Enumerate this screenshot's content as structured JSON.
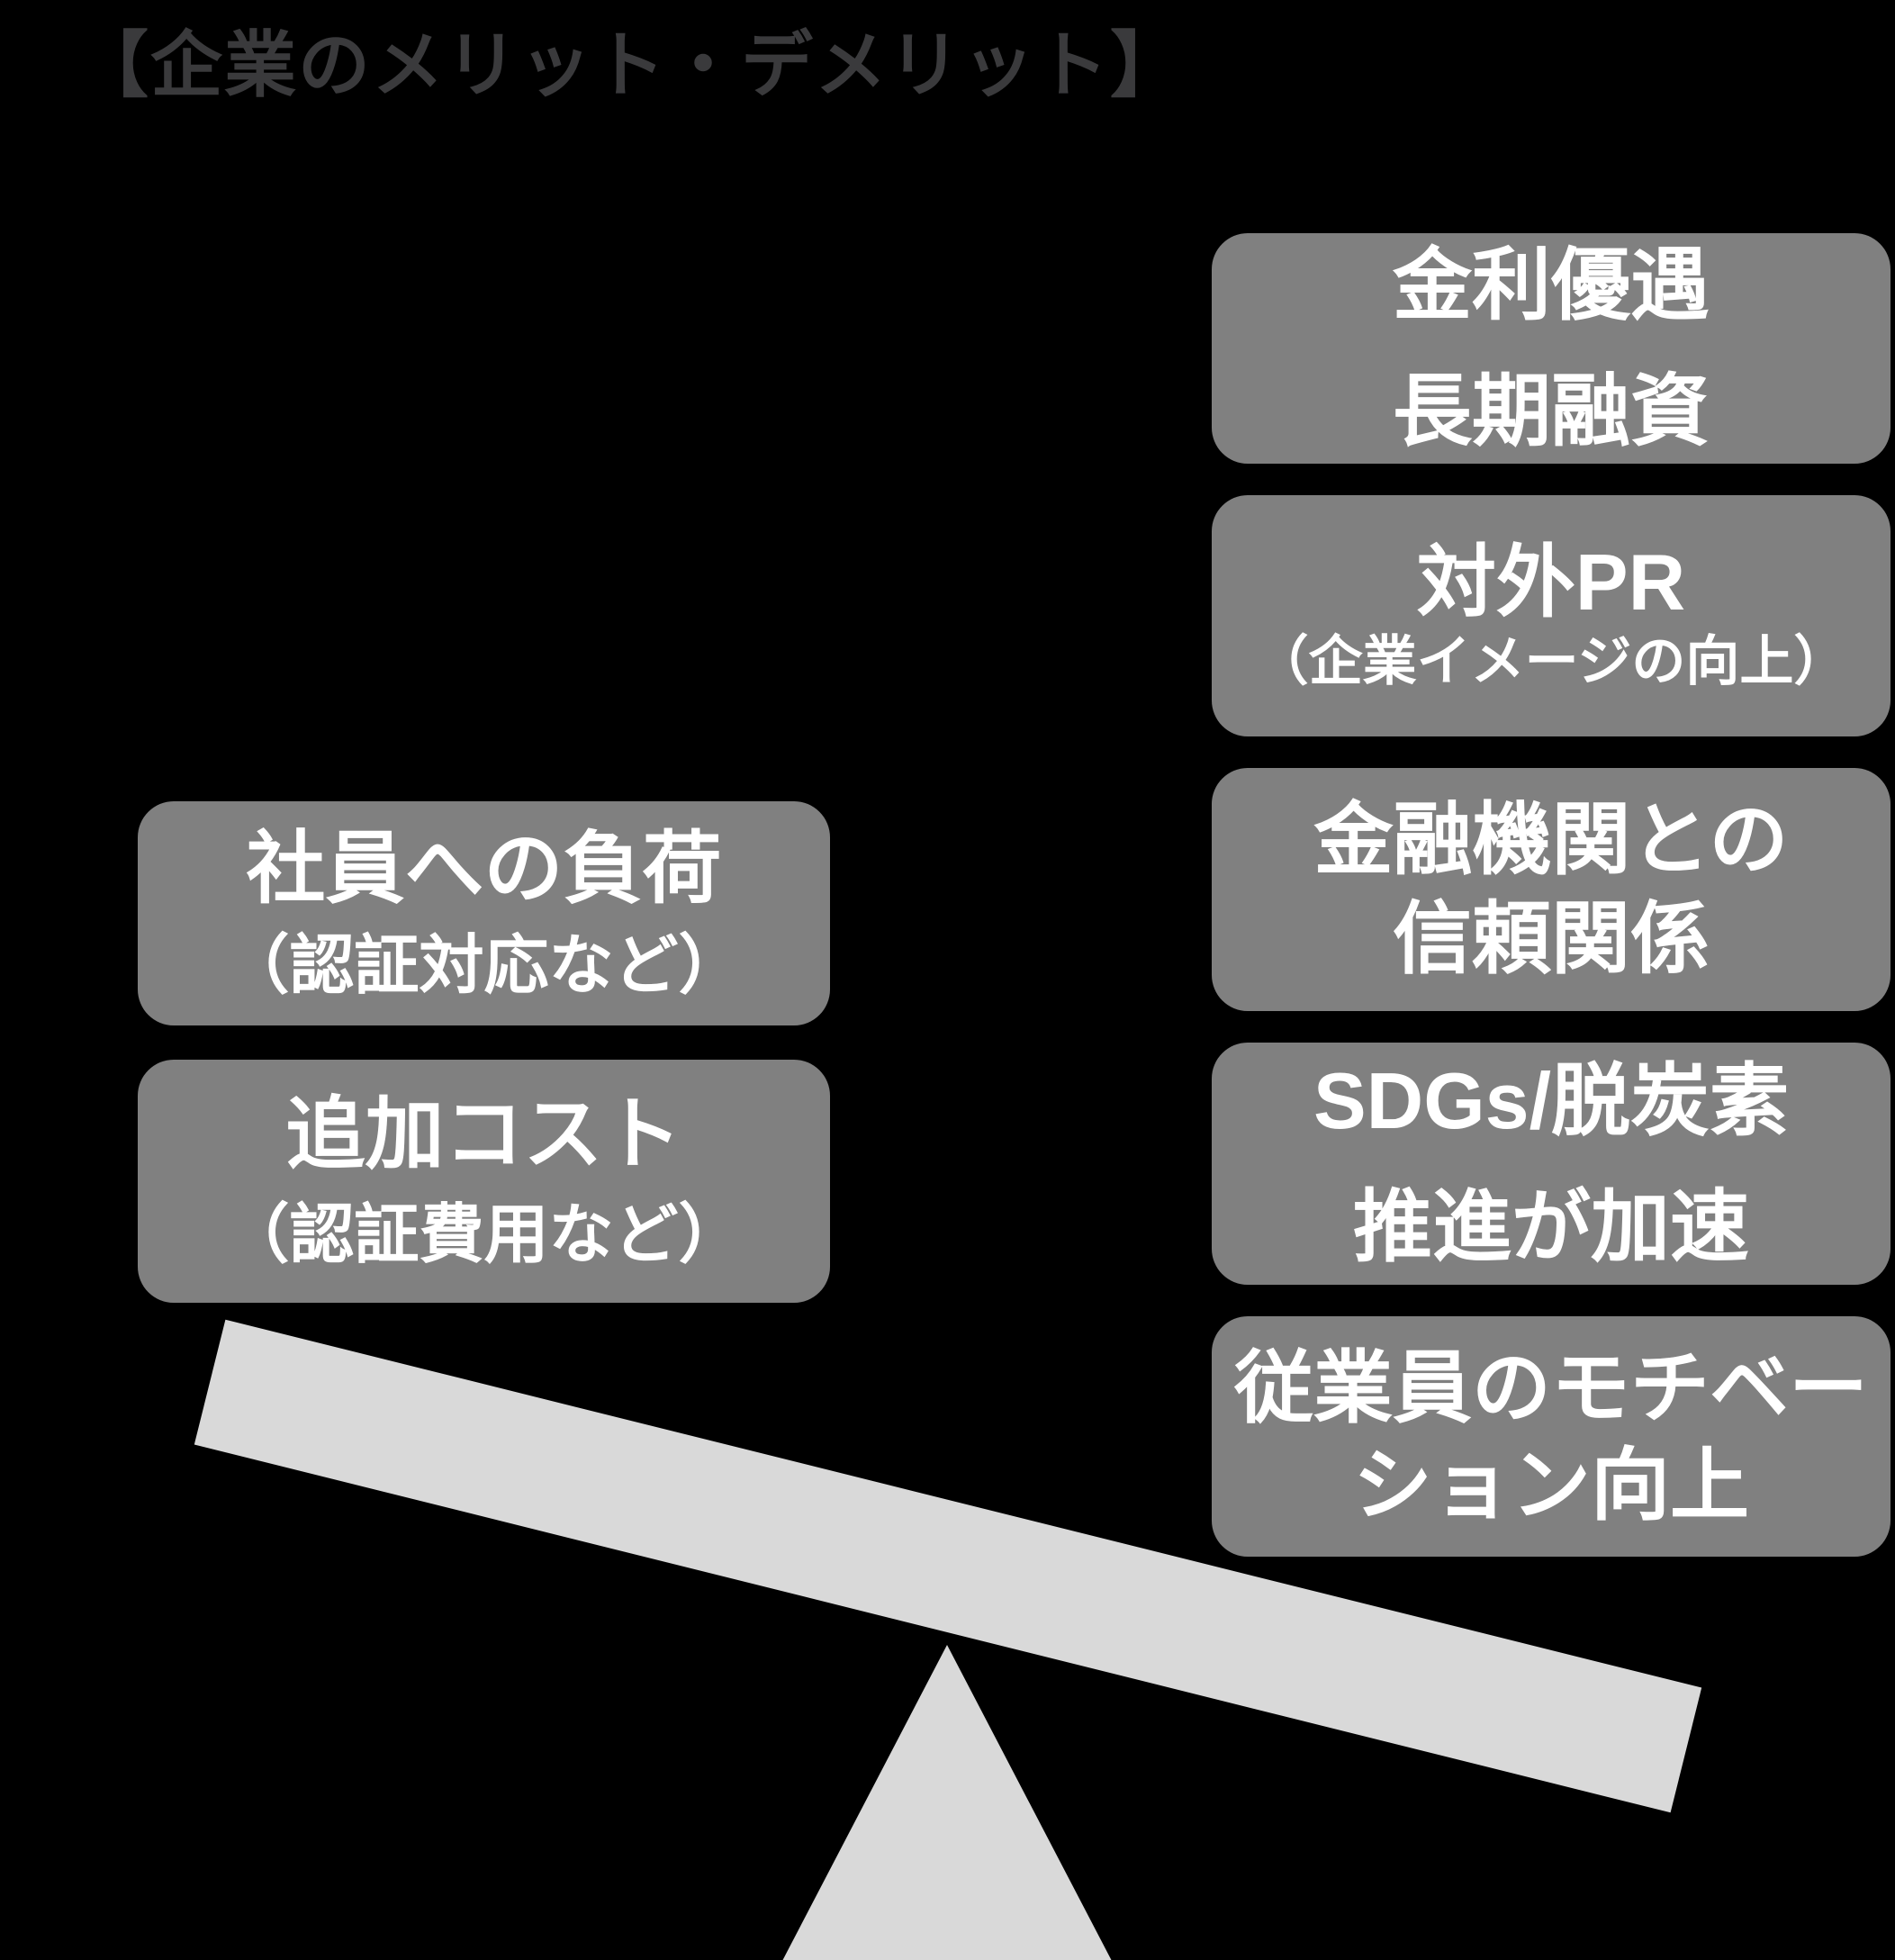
{
  "title": "【企業のメリット・デメリット】",
  "colors": {
    "background": "#000000",
    "title_text": "#3a3a3c",
    "box_fill": "#808080",
    "box_text": "#ffffff",
    "seesaw_fill": "#d9d9d9"
  },
  "demerits": {
    "side": "left",
    "items": [
      {
        "line1": "社員への負荷",
        "line2": "（認証対応など）"
      },
      {
        "line1": "追加コスト",
        "line2": "（認証費用など）"
      }
    ]
  },
  "merits": {
    "side": "right",
    "items": [
      {
        "line1": "金利優遇",
        "line2": "長期融資"
      },
      {
        "line1": "対外PR",
        "line2": "（企業イメージの向上）"
      },
      {
        "line1": "金融機関との",
        "line2": "信頼関係"
      },
      {
        "line1": "SDGs/脱炭素",
        "line2": "推進が加速"
      },
      {
        "line1": "従業員のモチベー",
        "line2": "ション向上"
      }
    ]
  }
}
